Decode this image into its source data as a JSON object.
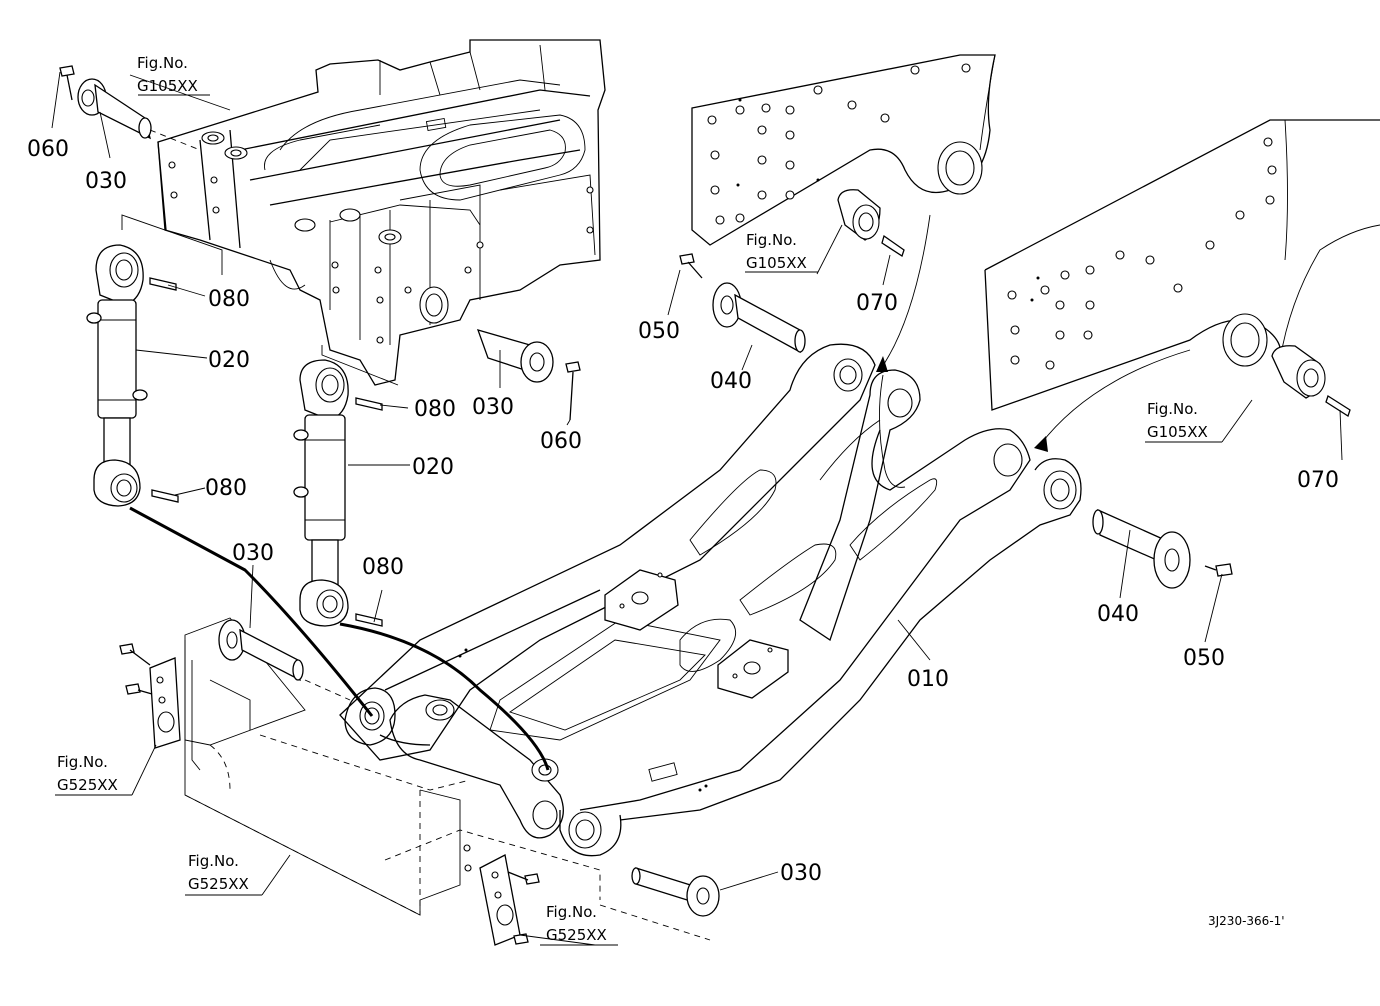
{
  "parts": {
    "p060a": "060",
    "p030a": "030",
    "p080a": "080",
    "p020a": "020",
    "p080b": "080",
    "p080c": "080",
    "p030b": "030",
    "p060b": "060",
    "p020b": "020",
    "p030c": "030",
    "p080d": "080",
    "p050a": "050",
    "p040a": "040",
    "p070a": "070",
    "p070b": "070",
    "p040b": "040",
    "p050b": "050",
    "p010": "010",
    "p030d": "030"
  },
  "figrefs": {
    "f1": {
      "line1": "Fig.No.",
      "line2": "G105XX"
    },
    "f2": {
      "line1": "Fig.No.",
      "line2": "G105XX"
    },
    "f3": {
      "line1": "Fig.No.",
      "line2": "G105XX"
    },
    "f4": {
      "line1": "Fig.No.",
      "line2": "G525XX"
    },
    "f5": {
      "line1": "Fig.No.",
      "line2": "G525XX"
    },
    "f6": {
      "line1": "Fig.No.",
      "line2": "G525XX"
    }
  },
  "drawing_code": "3J230-366-1'"
}
